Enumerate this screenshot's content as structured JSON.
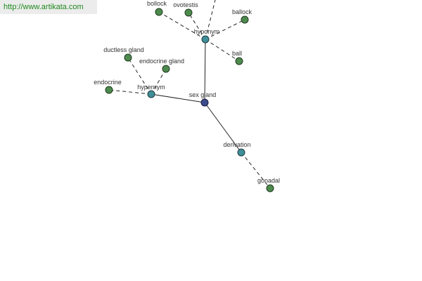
{
  "watermark": "http://www.artikata.com",
  "center": {
    "label": "sex gland",
    "color": "#3b4b8c"
  },
  "relations": {
    "hyponym": {
      "label": "hyponym",
      "color": "#3f8f9a",
      "items": [
        "bollock",
        "ovotestis",
        "ballock",
        "ball"
      ]
    },
    "hypernym": {
      "label": "hypernym",
      "color": "#3f8f9a",
      "items": [
        "endocrine",
        "ductless gland",
        "endocrine gland"
      ]
    },
    "derivation": {
      "label": "derivation",
      "color": "#3f8f9a",
      "items": [
        "gonadal"
      ]
    }
  },
  "leaf_color": "#4e8a4e"
}
